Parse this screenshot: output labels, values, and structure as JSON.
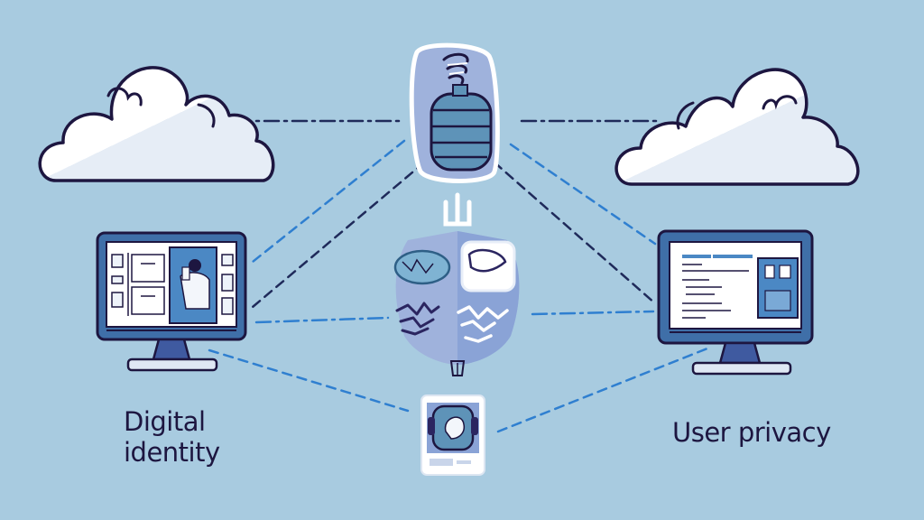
{
  "background_color": "#a8cbe0",
  "colors": {
    "outline": "#1d1640",
    "accent_blue": "#2f7fd0",
    "dark_dash": "#1f2a5a",
    "monitor_frame": "#3f6fa8",
    "cloud_fill": "#ffffff",
    "cloud_shade": "#e4ecf5",
    "shield_fill": "#9fb2dc"
  },
  "labels": {
    "left": [
      "Digital",
      "identity"
    ],
    "right": "User privacy"
  },
  "nodes": [
    {
      "id": "cloud-left",
      "type": "cloud"
    },
    {
      "id": "cloud-right",
      "type": "cloud"
    },
    {
      "id": "server-top",
      "type": "database-canister"
    },
    {
      "id": "monitor-left",
      "type": "monitor",
      "content": "identity-profile"
    },
    {
      "id": "monitor-right",
      "type": "monitor",
      "content": "document-page"
    },
    {
      "id": "shield-center",
      "type": "shield-cluster"
    },
    {
      "id": "device-bottom",
      "type": "tablet-avatar"
    }
  ],
  "connections": [
    {
      "from": "cloud-left",
      "to": "server-top",
      "style": "dash-dot-dark"
    },
    {
      "from": "server-top",
      "to": "cloud-right",
      "style": "dash-dot-dark"
    },
    {
      "from": "server-top",
      "to": "monitor-left",
      "style": "dashed-blue"
    },
    {
      "from": "server-top",
      "to": "monitor-left-lower",
      "style": "dashed-dark"
    },
    {
      "from": "server-top",
      "to": "monitor-right",
      "style": "dashed-blue"
    },
    {
      "from": "server-top",
      "to": "monitor-right-lower",
      "style": "dashed-dark"
    },
    {
      "from": "monitor-left",
      "to": "shield-center",
      "style": "dash-dot-blue"
    },
    {
      "from": "shield-center",
      "to": "monitor-right",
      "style": "dash-dot-blue"
    },
    {
      "from": "monitor-left",
      "to": "device-bottom",
      "style": "dashed-blue"
    },
    {
      "from": "device-bottom",
      "to": "monitor-right",
      "style": "dashed-blue"
    }
  ]
}
